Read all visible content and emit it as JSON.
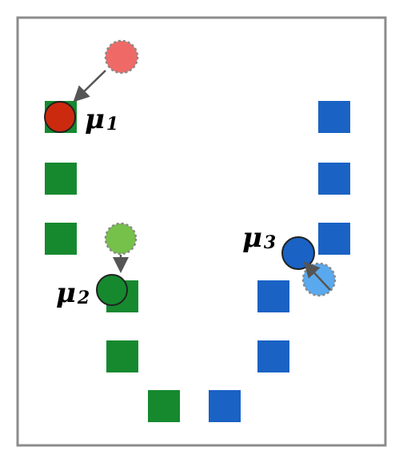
{
  "colors": {
    "frame": "#8c8c8c",
    "green_square": "#16892f",
    "blue_square": "#1a62c4",
    "arrow": "#555555",
    "mu1_old": "#ef6a66",
    "mu1_new": "#cc2a0e",
    "mu2_old": "#76c14a",
    "mu2_new": "#16892f",
    "mu3_old": "#5aa9ee",
    "mu3_new": "#1a62c4"
  },
  "centroids": [
    {
      "id": "mu1",
      "symbol": "μ",
      "subscript": "1"
    },
    {
      "id": "mu2",
      "symbol": "μ",
      "subscript": "2"
    },
    {
      "id": "mu3",
      "symbol": "μ",
      "subscript": "3"
    }
  ]
}
